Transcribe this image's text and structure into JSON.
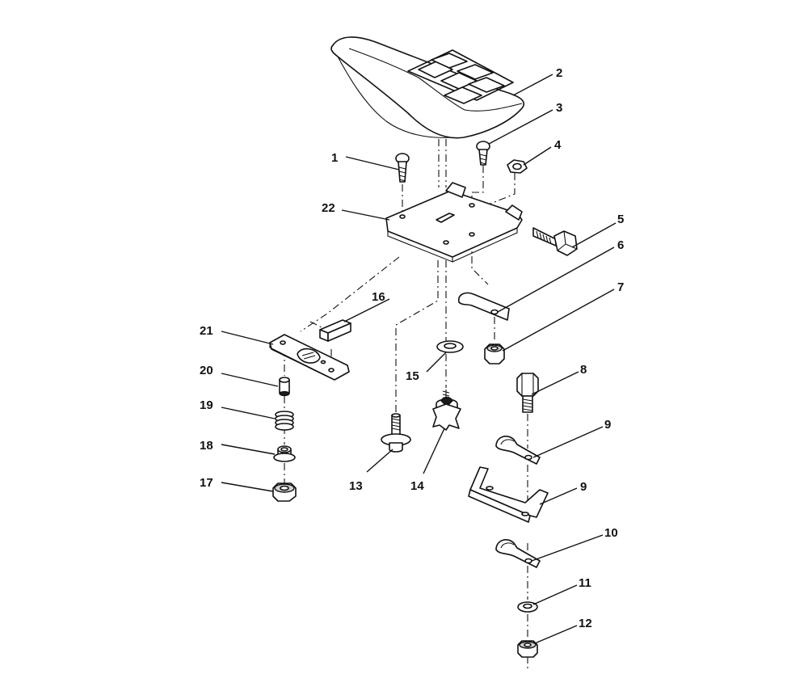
{
  "diagram": {
    "callouts": [
      {
        "id": "c1",
        "text": "1"
      },
      {
        "id": "c2",
        "text": "2"
      },
      {
        "id": "c3",
        "text": "3"
      },
      {
        "id": "c4",
        "text": "4"
      },
      {
        "id": "c5",
        "text": "5"
      },
      {
        "id": "c6",
        "text": "6"
      },
      {
        "id": "c7",
        "text": "7"
      },
      {
        "id": "c8",
        "text": "8"
      },
      {
        "id": "c9a",
        "text": "9"
      },
      {
        "id": "c9b",
        "text": "9"
      },
      {
        "id": "c10",
        "text": "10"
      },
      {
        "id": "c11",
        "text": "11"
      },
      {
        "id": "c12",
        "text": "12"
      },
      {
        "id": "c13",
        "text": "13"
      },
      {
        "id": "c14",
        "text": "14"
      },
      {
        "id": "c15",
        "text": "15"
      },
      {
        "id": "c16",
        "text": "16"
      },
      {
        "id": "c17",
        "text": "17"
      },
      {
        "id": "c18",
        "text": "18"
      },
      {
        "id": "c19",
        "text": "19"
      },
      {
        "id": "c20",
        "text": "20"
      },
      {
        "id": "c21",
        "text": "21"
      },
      {
        "id": "c22",
        "text": "22"
      }
    ]
  }
}
